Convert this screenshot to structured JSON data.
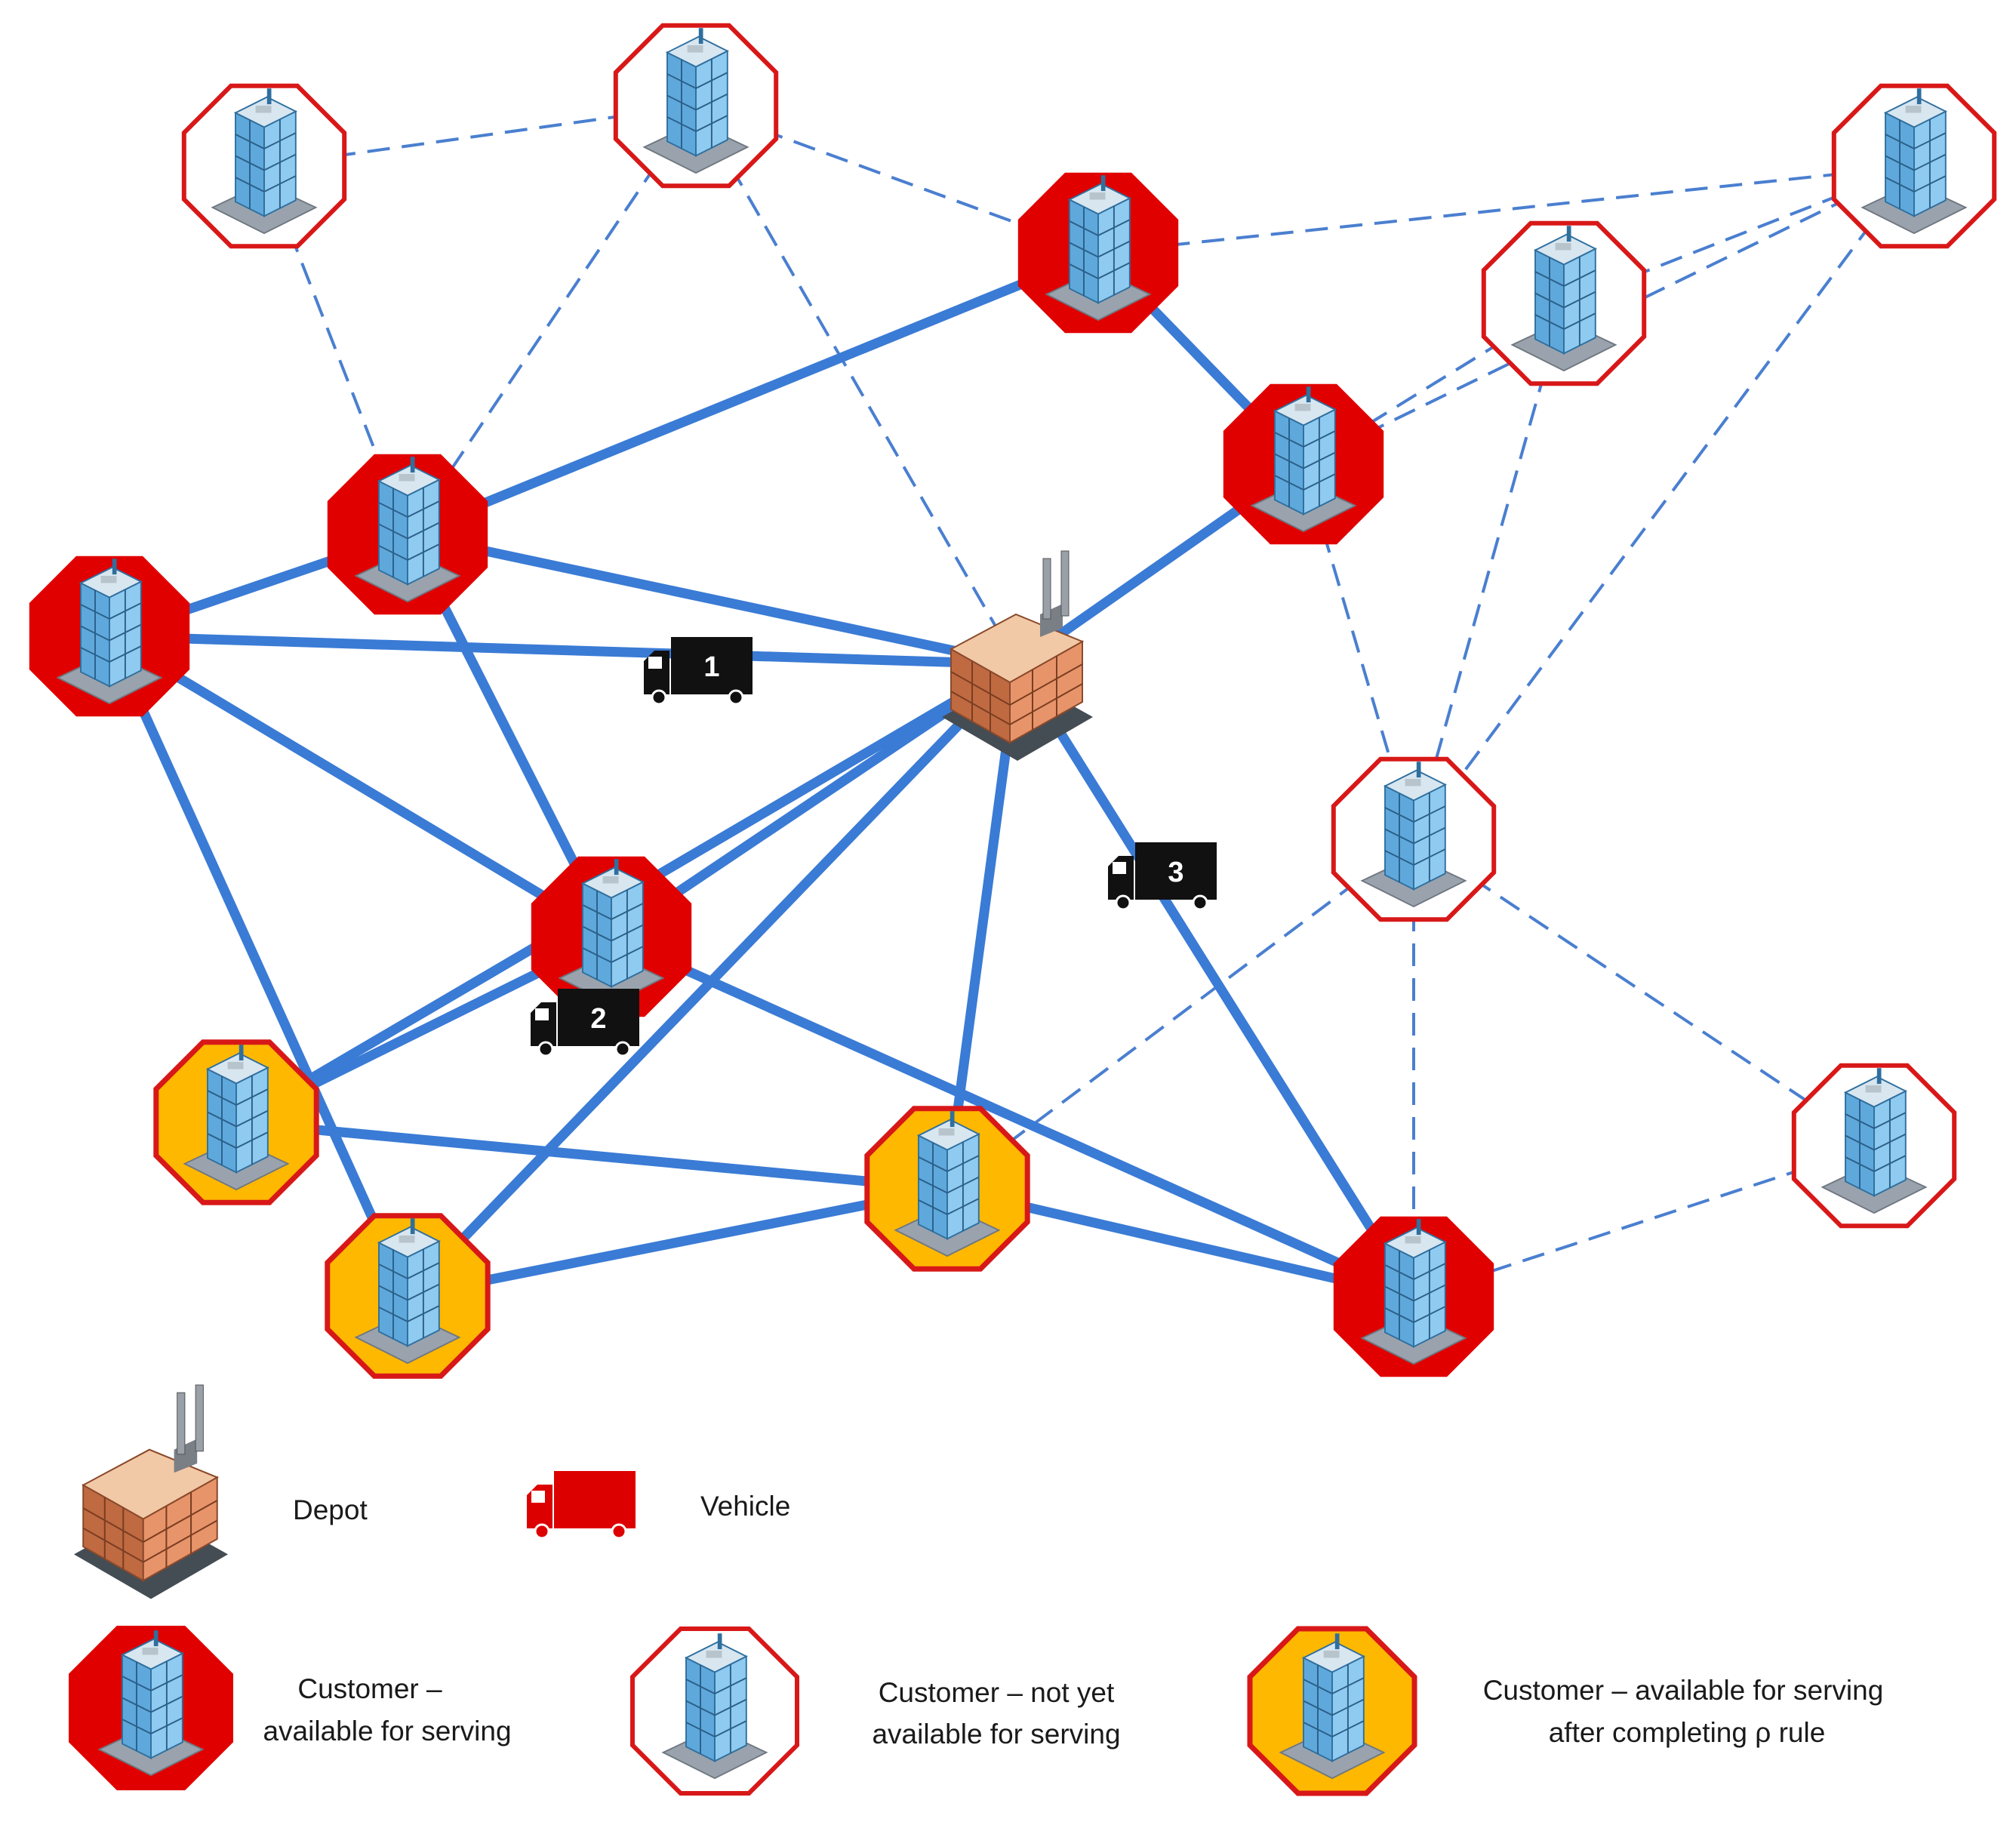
{
  "colors": {
    "edge_route": "#3a7bd5",
    "edge_dashed": "#4a7fd0",
    "red_fill": "#e00000",
    "red_outline": "#d81818",
    "orange_fill": "#ffb800",
    "vehicle_map": "#111111",
    "vehicle_legend": "#dd0000"
  },
  "icons": {
    "customer": "office-building-icon",
    "depot": "factory-icon",
    "vehicle": "truck-icon"
  },
  "customers": [
    {
      "id": "c1",
      "status": "not-yet-available"
    },
    {
      "id": "c2",
      "status": "not-yet-available"
    },
    {
      "id": "c3",
      "status": "available"
    },
    {
      "id": "c4",
      "status": "not-yet-available"
    },
    {
      "id": "c5",
      "status": "not-yet-available"
    },
    {
      "id": "c6",
      "status": "available"
    },
    {
      "id": "c7",
      "status": "available"
    },
    {
      "id": "c8",
      "status": "available"
    },
    {
      "id": "c9",
      "status": "not-yet-available"
    },
    {
      "id": "c10",
      "status": "available"
    },
    {
      "id": "c11",
      "status": "after-rho-rule"
    },
    {
      "id": "c12",
      "status": "after-rho-rule"
    },
    {
      "id": "c13",
      "status": "after-rho-rule"
    },
    {
      "id": "c14",
      "status": "available"
    },
    {
      "id": "c15",
      "status": "not-yet-available"
    }
  ],
  "routes": [
    [
      "c7",
      "depot"
    ],
    [
      "c6",
      "depot"
    ],
    [
      "c6",
      "c3"
    ],
    [
      "c6",
      "c7"
    ],
    [
      "c7",
      "c10"
    ],
    [
      "c7",
      "c12"
    ],
    [
      "c12",
      "c13"
    ],
    [
      "c13",
      "c11"
    ],
    [
      "c11",
      "c10"
    ],
    [
      "c10",
      "c6"
    ],
    [
      "c10",
      "c14"
    ],
    [
      "c10",
      "depot"
    ],
    [
      "c11",
      "depot"
    ],
    [
      "c12",
      "depot"
    ],
    [
      "c3",
      "c8"
    ],
    [
      "c8",
      "depot"
    ],
    [
      "c13",
      "depot"
    ],
    [
      "depot",
      "c14"
    ],
    [
      "c13",
      "c14"
    ]
  ],
  "potential_links": [
    [
      "c1",
      "c2"
    ],
    [
      "c1",
      "c6"
    ],
    [
      "c2",
      "c6"
    ],
    [
      "c2",
      "c3"
    ],
    [
      "c2",
      "depot"
    ],
    [
      "c3",
      "c4"
    ],
    [
      "c5",
      "c4"
    ],
    [
      "c5",
      "c9"
    ],
    [
      "c4",
      "c8"
    ],
    [
      "c4",
      "c9"
    ],
    [
      "c5",
      "c8"
    ],
    [
      "c8",
      "c9"
    ],
    [
      "c9",
      "c14"
    ],
    [
      "c9",
      "c15"
    ],
    [
      "c15",
      "c14"
    ],
    [
      "c9",
      "c13"
    ]
  ],
  "vehicles": [
    {
      "id": "1",
      "label": "1"
    },
    {
      "id": "2",
      "label": "2"
    },
    {
      "id": "3",
      "label": "3"
    }
  ],
  "legend": {
    "depot": "Depot",
    "vehicle": "Vehicle",
    "available_line1": "Customer –",
    "available_line2": "available  for serving",
    "not_yet_line1": "Customer – not yet",
    "not_yet_line2": "available for serving",
    "after_rho_line1": "Customer –  available for serving",
    "after_rho_line2": "after completing ρ rule"
  }
}
